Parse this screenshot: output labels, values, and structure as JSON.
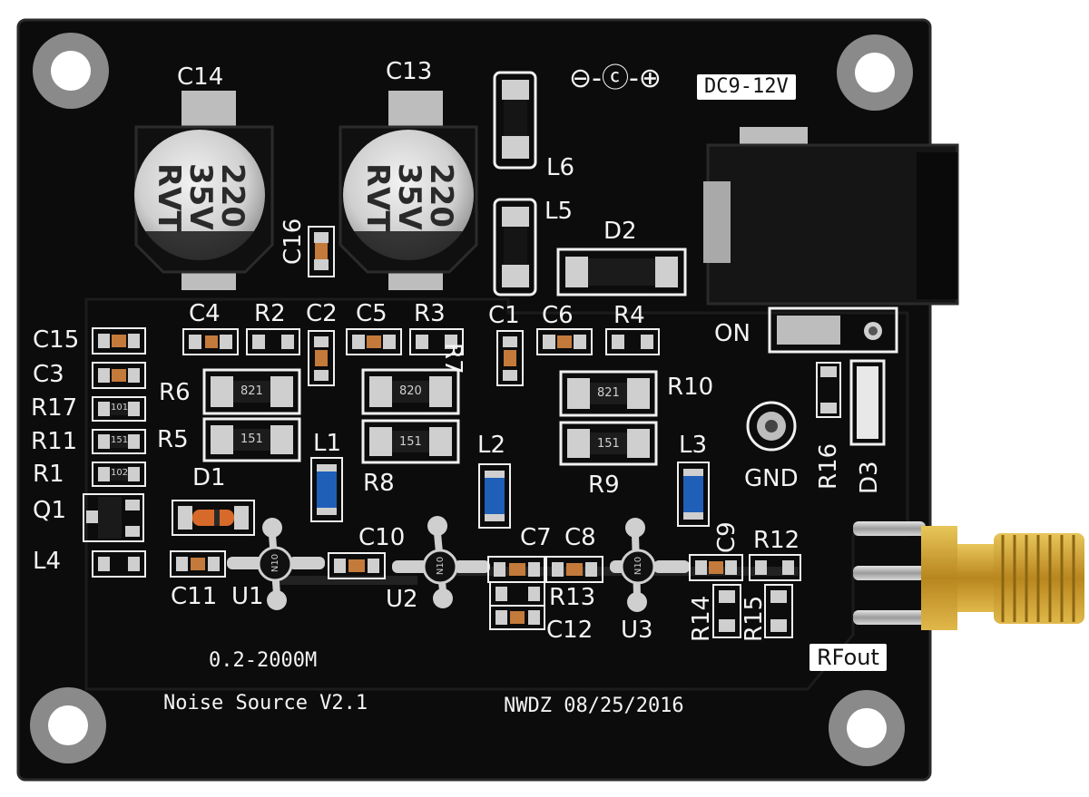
{
  "board": {
    "power_label": "DC9-12V",
    "polarity_symbol": "⊖-ⓒ-⊕",
    "on_label": "ON",
    "gnd_label": "GND",
    "rfout_label": "RFout",
    "freq_range": "0.2-2000M",
    "model": "Noise Source V2.1",
    "maker_date": "NWDZ 08/25/2016"
  },
  "capacitors_large": [
    {
      "ref": "C14",
      "value": "220",
      "voltage": "35V",
      "series": "RVT"
    },
    {
      "ref": "C13",
      "value": "220",
      "voltage": "35V",
      "series": "RVT"
    }
  ],
  "silkscreen": {
    "C16": "C16",
    "L6": "L6",
    "L5": "L5",
    "D2": "D2",
    "C4": "C4",
    "R2": "R2",
    "C2": "C2",
    "C5": "C5",
    "R3": "R3",
    "C1": "C1",
    "C6": "C6",
    "R4": "R4",
    "R7": "R7",
    "C15": "C15",
    "C3": "C3",
    "R17": "R17",
    "R11": "R11",
    "R1": "R1",
    "Q1": "Q1",
    "L4": "L4",
    "R6": "R6",
    "R5": "R5",
    "R10": "R10",
    "R8": "R8",
    "R9": "R9",
    "L1": "L1",
    "L2": "L2",
    "L3": "L3",
    "D1": "D1",
    "C10": "C10",
    "C7": "C7",
    "C8": "C8",
    "C9": "C9",
    "R12": "R12",
    "C11": "C11",
    "U1": "U1",
    "U2": "U2",
    "U3": "U3",
    "R13": "R13",
    "C12": "C12",
    "R14": "R14",
    "R15": "R15",
    "R16": "R16",
    "D3": "D3"
  },
  "resistor_codes": {
    "r6": "821",
    "r5": "151",
    "r8_top": "820",
    "r8": "151",
    "r10": "821",
    "r9": "151",
    "r17": "101",
    "r11": "151",
    "r1": "102"
  },
  "chip_marks": {
    "u1": "N10",
    "u2": "N10",
    "u3": "N10"
  },
  "colors": {
    "pcb": "#0b0b0b",
    "silkscreen": "#f2f2f2",
    "pad": "#c9c9c9",
    "gold": "#c49a2c",
    "inductor": "#1f5fb8"
  }
}
